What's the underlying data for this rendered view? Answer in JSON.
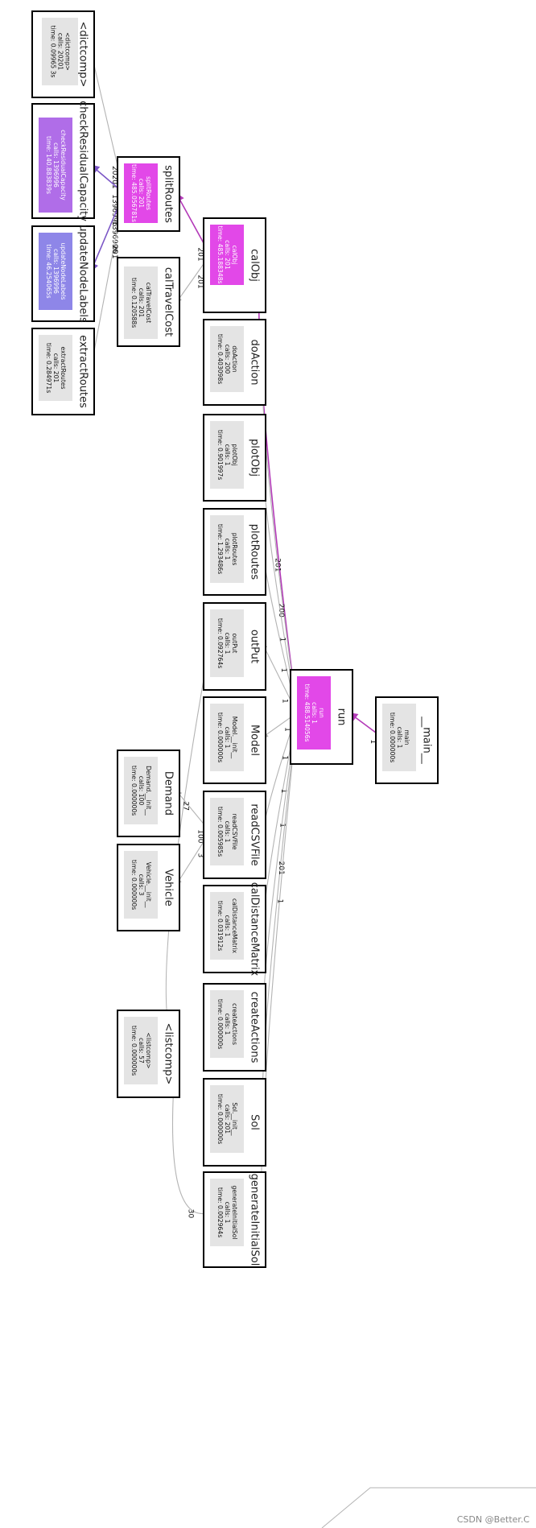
{
  "diagram": {
    "colors": {
      "default_inner": "#e4e4e4",
      "hot": "#e248e8",
      "violet": "#b06de8",
      "lavender": "#8e86e8",
      "edge_gray": "#b3b3b3",
      "edge_hot": "#b33ab8",
      "edge_violet": "#7b56c6"
    },
    "nodes": [
      {
        "id": "dictcomp",
        "title": "<dictcomp>",
        "name": "<dictcomp>",
        "calls": "calls: 20201",
        "time": "time: 0.09965 3s",
        "fill": "#e4e4e4"
      },
      {
        "id": "checkResidualCapacity",
        "title": "checkResidualCapacity",
        "name": "checkResidualCapacity",
        "calls": "calls: 1396996",
        "time": "time: 140.883839s",
        "fill": "#b06de8"
      },
      {
        "id": "updateNodeLabels",
        "title": "updateNodeLabels",
        "name": "updateNodeLabels",
        "calls": "calls: 1396996",
        "time": "time: 46.254065s",
        "fill": "#8e86e8"
      },
      {
        "id": "extractRoutes",
        "title": "extractRoutes",
        "name": "extractRoutes",
        "calls": "calls: 201",
        "time": "time: 0.284971s",
        "fill": "#e4e4e4"
      },
      {
        "id": "splitRoutes",
        "title": "splitRoutes",
        "name": "splitRoutes",
        "calls": "calls: 201",
        "time": "time: 485.056781s",
        "fill": "#e248e8"
      },
      {
        "id": "calTravelCost",
        "title": "calTravelCost",
        "name": "calTravelCost",
        "calls": "calls: 201",
        "time": "time: 0.120588s",
        "fill": "#e4e4e4"
      },
      {
        "id": "calObj",
        "title": "calObj",
        "name": "calObj",
        "calls": "calls: 201",
        "time": "time: 485.188348s",
        "fill": "#e248e8"
      },
      {
        "id": "doAction",
        "title": "doAction",
        "name": "doAction",
        "calls": "calls: 200",
        "time": "time: 0.403098s",
        "fill": "#e4e4e4"
      },
      {
        "id": "plotObj",
        "title": "plotObj",
        "name": "plotObj",
        "calls": "calls: 1",
        "time": "time: 0.901997s",
        "fill": "#e4e4e4"
      },
      {
        "id": "plotRoutes",
        "title": "plotRoutes",
        "name": "plotRoutes",
        "calls": "calls: 1",
        "time": "time: 1.293486s",
        "fill": "#e4e4e4"
      },
      {
        "id": "outPut",
        "title": "outPut",
        "name": "outPut",
        "calls": "calls: 1",
        "time": "time: 0.092764s",
        "fill": "#e4e4e4"
      },
      {
        "id": "Model",
        "title": "Model",
        "name": "Model.__init__",
        "calls": "calls: 1",
        "time": "time: 0.000000s",
        "fill": "#e4e4e4"
      },
      {
        "id": "run",
        "title": "run",
        "name": "run",
        "calls": "calls: 1",
        "time": "time: 488.514056s",
        "fill": "#e248e8"
      },
      {
        "id": "main",
        "title": "__main__",
        "name": "main",
        "calls": "calls: 1",
        "time": "time: 0.000000s",
        "fill": "#e4e4e4"
      },
      {
        "id": "Demand",
        "title": "Demand",
        "name": "Demand.__init__",
        "calls": "calls: 100",
        "time": "time: 0.000000s",
        "fill": "#e4e4e4"
      },
      {
        "id": "readCSVFile",
        "title": "readCSVFile",
        "name": "readCSVFile",
        "calls": "calls: 1",
        "time": "time: 0.005985s",
        "fill": "#e4e4e4"
      },
      {
        "id": "Vehicle",
        "title": "Vehicle",
        "name": "Vehicle.__init__",
        "calls": "calls: 3",
        "time": "time: 0.000000s",
        "fill": "#e4e4e4"
      },
      {
        "id": "calDistanceMatrix",
        "title": "calDistanceMatrix",
        "name": "calDistanceMatrix",
        "calls": "calls: 1",
        "time": "time: 0.031912s",
        "fill": "#e4e4e4"
      },
      {
        "id": "createActions",
        "title": "createActions",
        "name": "createActions",
        "calls": "calls: 1",
        "time": "time: 0.000000s",
        "fill": "#e4e4e4"
      },
      {
        "id": "listcomp",
        "title": "<listcomp>",
        "name": "<listcomp>",
        "calls": "calls: 57",
        "time": "time: 0.000000s",
        "fill": "#e4e4e4"
      },
      {
        "id": "Sol",
        "title": "Sol",
        "name": "Sol.__init__",
        "calls": "calls: 201",
        "time": "time: 0.000000s",
        "fill": "#e4e4e4"
      },
      {
        "id": "generateInitialSol",
        "title": "generateInitialSol",
        "name": "generateInitialSol",
        "calls": "calls: 1",
        "time": "time: 0.002964s",
        "fill": "#e4e4e4"
      }
    ],
    "edges": [
      {
        "from": "main",
        "to": "run",
        "label": "1",
        "color": "#b33ab8"
      },
      {
        "from": "run",
        "to": "calObj",
        "label": "201",
        "color": "#b33ab8"
      },
      {
        "from": "run",
        "to": "doAction",
        "label": "200",
        "color": "#b3b3b3"
      },
      {
        "from": "run",
        "to": "plotObj",
        "label": "1",
        "color": "#b3b3b3"
      },
      {
        "from": "run",
        "to": "plotRoutes",
        "label": "1",
        "color": "#b3b3b3"
      },
      {
        "from": "run",
        "to": "outPut",
        "label": "1",
        "color": "#b3b3b3"
      },
      {
        "from": "run",
        "to": "Model",
        "label": "1",
        "color": "#b3b3b3"
      },
      {
        "from": "run",
        "to": "readCSVFile",
        "label": "1",
        "color": "#b3b3b3"
      },
      {
        "from": "run",
        "to": "calDistanceMatrix",
        "label": "1",
        "color": "#b3b3b3"
      },
      {
        "from": "run",
        "to": "createActions",
        "label": "1",
        "color": "#b3b3b3"
      },
      {
        "from": "run",
        "to": "Sol",
        "label": "201",
        "color": "#b3b3b3"
      },
      {
        "from": "run",
        "to": "generateInitialSol",
        "label": "1",
        "color": "#b3b3b3"
      },
      {
        "from": "calObj",
        "to": "splitRoutes",
        "label": "201",
        "color": "#b33ab8"
      },
      {
        "from": "calObj",
        "to": "calTravelCost",
        "label": "201",
        "color": "#b3b3b3"
      },
      {
        "from": "splitRoutes",
        "to": "dictcomp",
        "label": "20201",
        "color": "#b3b3b3"
      },
      {
        "from": "splitRoutes",
        "to": "checkResidualCapacity",
        "label": "1396996",
        "color": "#7b56c6"
      },
      {
        "from": "splitRoutes",
        "to": "updateNodeLabels",
        "label": "1396996",
        "color": "#7b56c6"
      },
      {
        "from": "splitRoutes",
        "to": "extractRoutes",
        "label": "201",
        "color": "#b3b3b3"
      },
      {
        "from": "readCSVFile",
        "to": "Demand",
        "label": "100",
        "color": "#b3b3b3"
      },
      {
        "from": "readCSVFile",
        "to": "Vehicle",
        "label": "3",
        "color": "#b3b3b3"
      },
      {
        "from": "outPut",
        "to": "listcomp",
        "label": "27",
        "color": "#b3b3b3"
      },
      {
        "from": "generateInitialSol",
        "to": "listcomp",
        "label": "30",
        "color": "#b3b3b3"
      }
    ]
  },
  "watermark": "CSDN @Better.C"
}
